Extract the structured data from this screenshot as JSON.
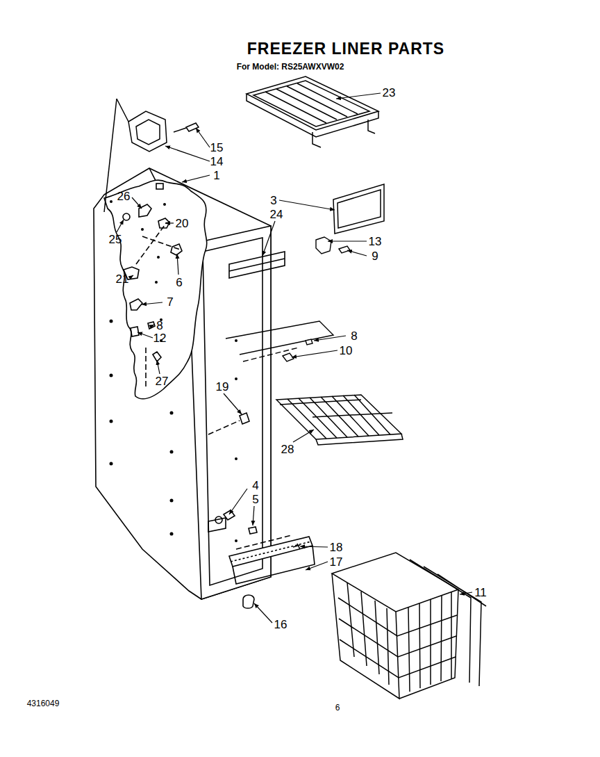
{
  "diagram": {
    "title": "FREEZER LINER PARTS",
    "labels": [
      "For Model: RS25AWXVW02",
      "23",
      "15",
      "14",
      "1",
      "3",
      "24",
      "26",
      "20",
      "25",
      "13",
      "9",
      "6",
      "21",
      "7",
      "8",
      "12",
      "8",
      "10",
      "27",
      "19",
      "28",
      "4",
      "5",
      "18",
      "17",
      "11",
      "16",
      "4316049",
      "6"
    ]
  }
}
